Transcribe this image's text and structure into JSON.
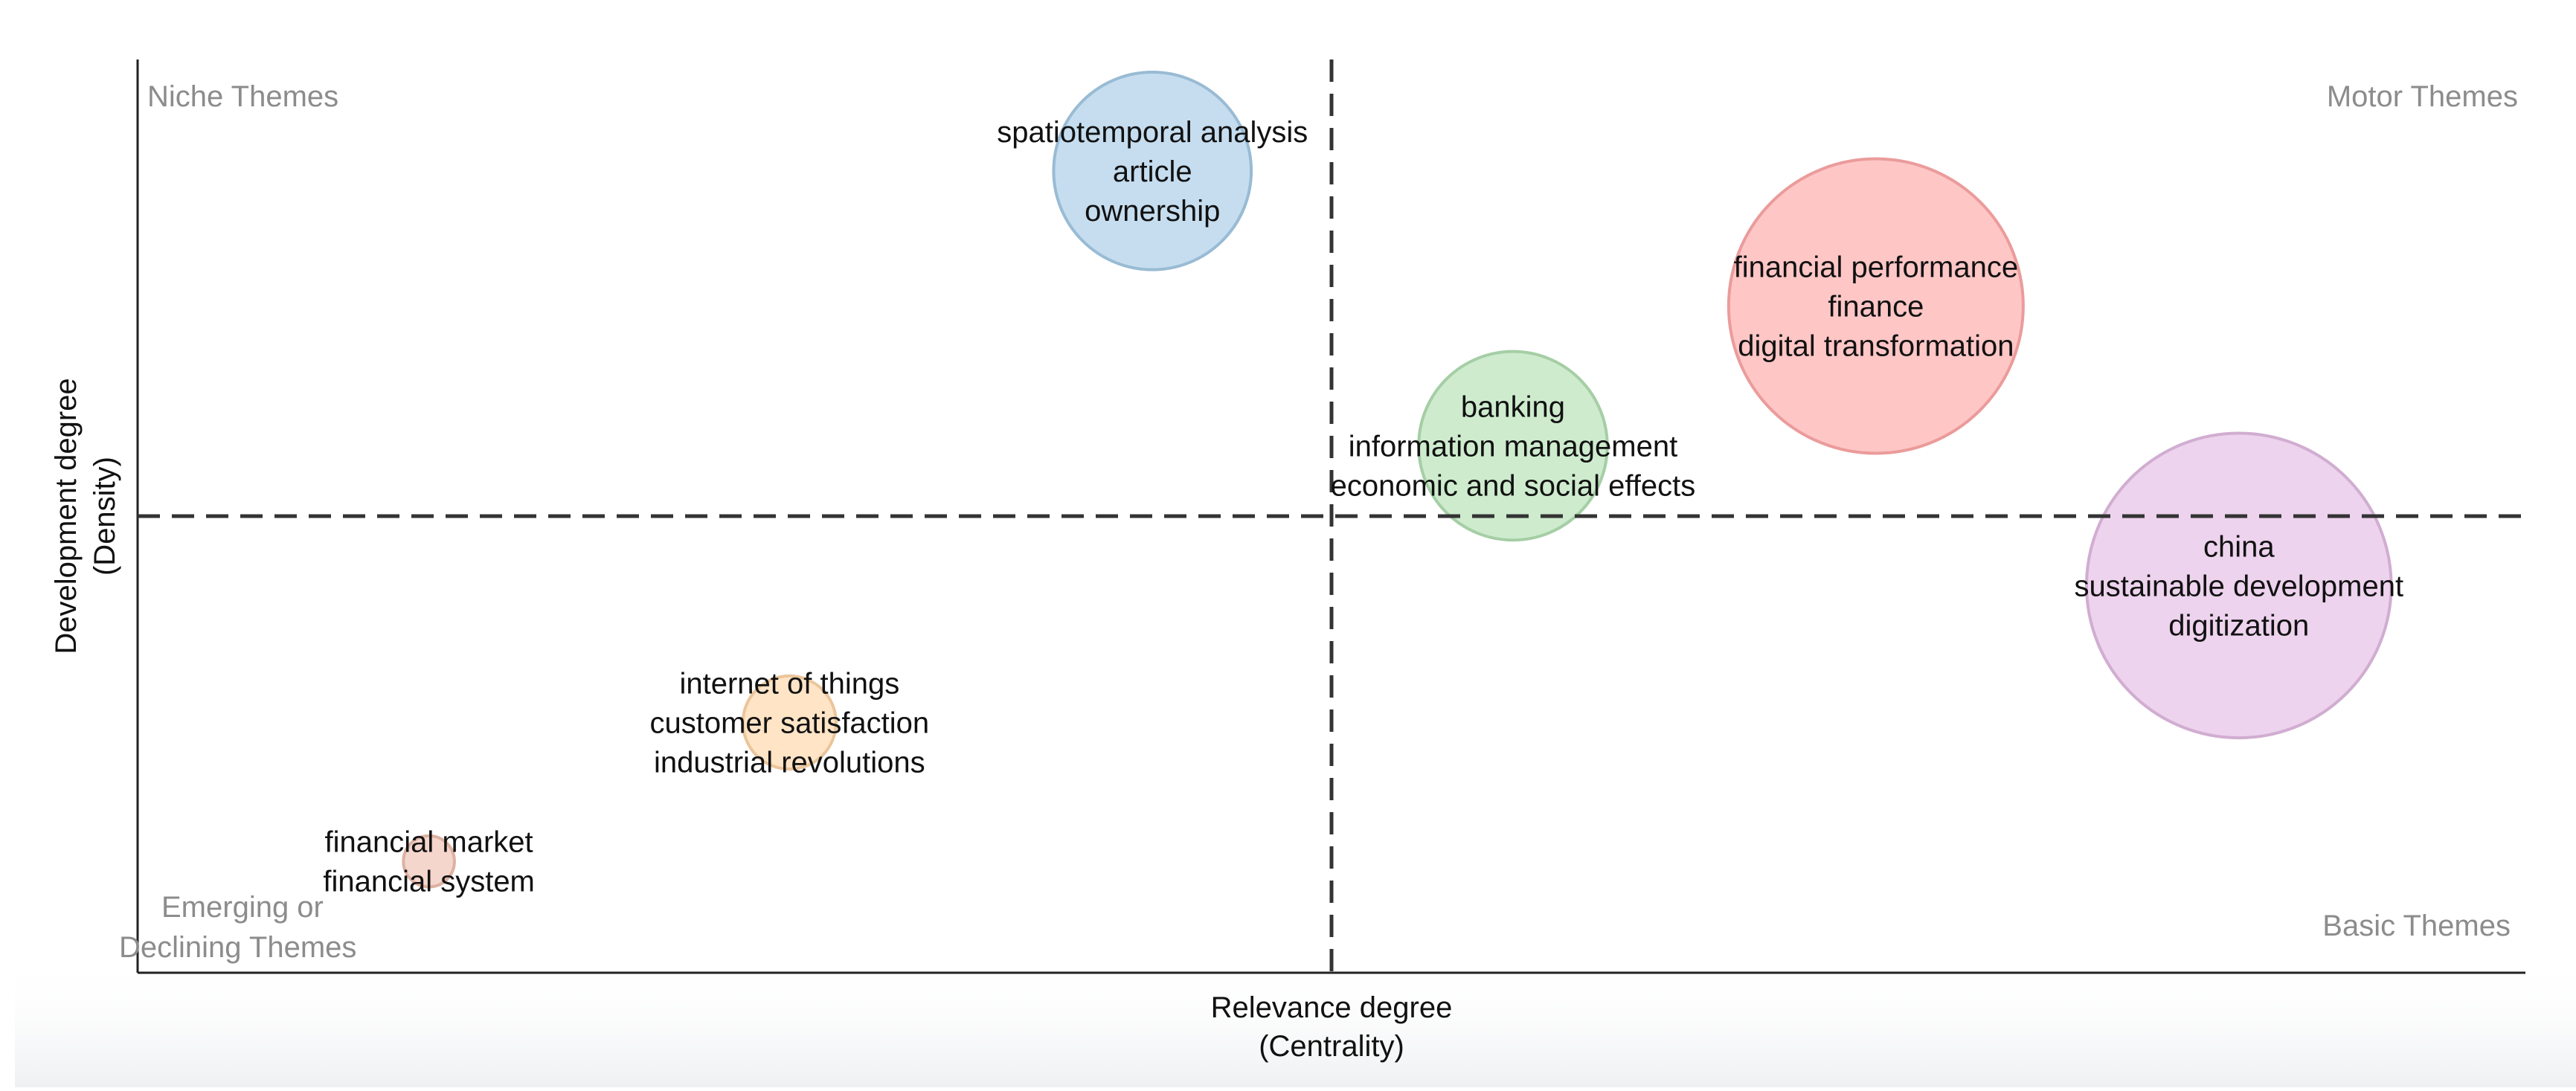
{
  "chart_data": {
    "type": "scatter",
    "subtype": "thematic-map",
    "xlabel": [
      "Relevance degree",
      "(Centrality)"
    ],
    "ylabel": [
      "Development degree",
      "(Density)"
    ],
    "quadrants": {
      "top_left": "Niche Themes",
      "top_right": "Motor Themes",
      "bottom_left": [
        "Emerging or",
        "Declining Themes"
      ],
      "bottom_right": "Basic Themes"
    },
    "grid": false,
    "reference_lines": {
      "x": 0.5,
      "y": 0.5,
      "style": "dashed"
    },
    "xlim": [
      0,
      1
    ],
    "ylim": [
      0,
      1
    ],
    "themes": [
      {
        "labels": [
          "spatiotemporal analysis",
          "article",
          "ownership"
        ],
        "x": 0.425,
        "y": 0.878,
        "relative_size": 0.45,
        "color": "#a6cbe6"
      },
      {
        "labels": [
          "financial performance",
          "finance",
          "digital transformation"
        ],
        "x": 0.728,
        "y": 0.73,
        "relative_size": 1.0,
        "color": "#ffa8a8"
      },
      {
        "labels": [
          "banking",
          "information management",
          "economic and social effects"
        ],
        "x": 0.576,
        "y": 0.577,
        "relative_size": 0.41,
        "color": "#b3e0b3"
      },
      {
        "labels": [
          "china",
          "sustainable development",
          "digitization"
        ],
        "x": 0.88,
        "y": 0.424,
        "relative_size": 1.07,
        "color": "#e3bce3"
      },
      {
        "labels": [
          "internet of things",
          "customer satisfaction",
          "industrial revolutions"
        ],
        "x": 0.273,
        "y": 0.274,
        "relative_size": 0.1,
        "color": "#ffd6a8"
      },
      {
        "labels": [
          "financial market",
          "financial system"
        ],
        "x": 0.122,
        "y": 0.122,
        "relative_size": 0.03,
        "color": "#f0c0b0"
      }
    ]
  }
}
